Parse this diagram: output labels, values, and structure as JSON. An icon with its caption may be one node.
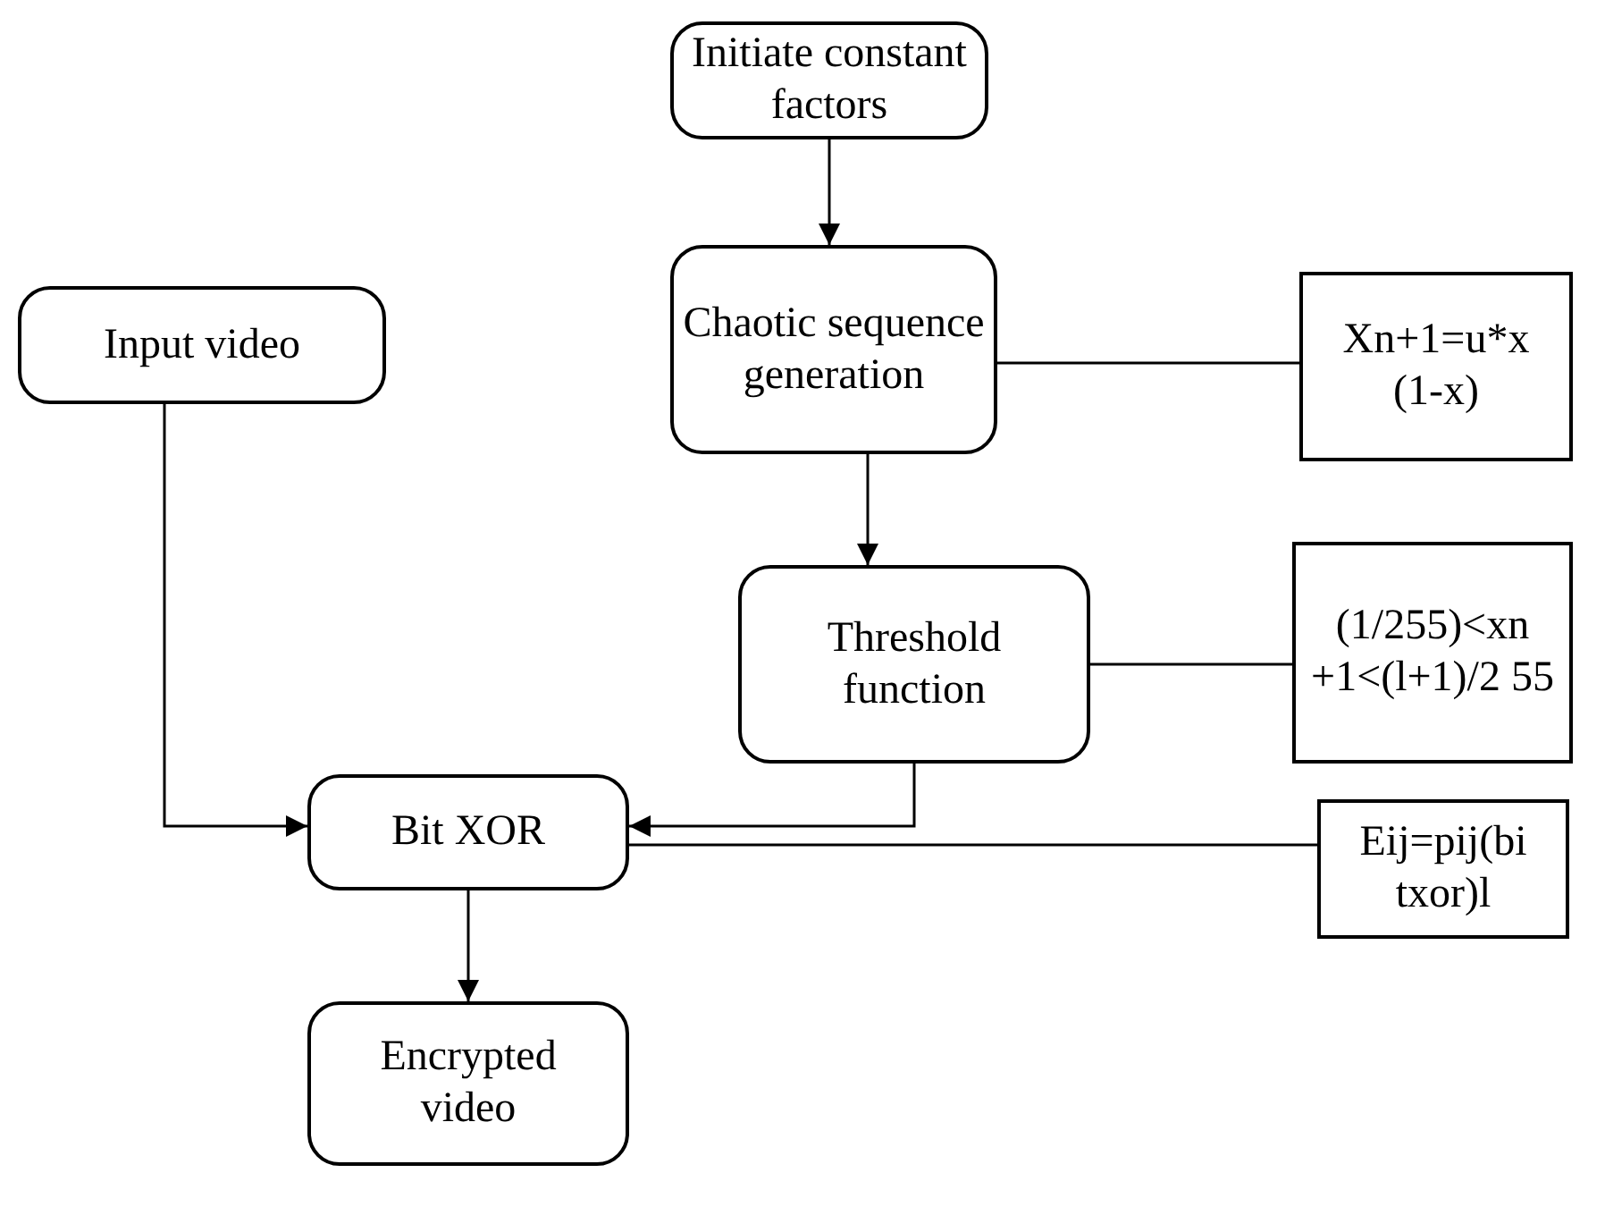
{
  "diagram": {
    "nodes": [
      {
        "text": [
          "Initiate constant factors"
        ]
      },
      {
        "text": [
          "Input video"
        ]
      },
      {
        "text": [
          "Chaotic sequence generation"
        ]
      },
      {
        "text": [
          "Xn+1=u*x (1-x)"
        ]
      },
      {
        "text": [
          "Threshold function"
        ]
      },
      {
        "text": [
          "(1/255)<xn +1<(l+1)/2 55"
        ]
      },
      {
        "text": [
          "Bit XOR"
        ]
      },
      {
        "text": [
          "Eij=pij(bi txor)l"
        ]
      },
      {
        "text": [
          "Encrypted video"
        ]
      }
    ],
    "edges": [
      {
        "from": 0,
        "to": 2,
        "arrow": "to"
      },
      {
        "from": 2,
        "to": 3,
        "arrow": "none"
      },
      {
        "from": 2,
        "to": 4,
        "arrow": "to"
      },
      {
        "from": 4,
        "to": 5,
        "arrow": "none"
      },
      {
        "from": 1,
        "to": 6,
        "arrow": "to"
      },
      {
        "from": 4,
        "to": 6,
        "arrow": "to"
      },
      {
        "from": 6,
        "to": 7,
        "arrow": "none"
      },
      {
        "from": 6,
        "to": 8,
        "arrow": "to"
      }
    ]
  }
}
